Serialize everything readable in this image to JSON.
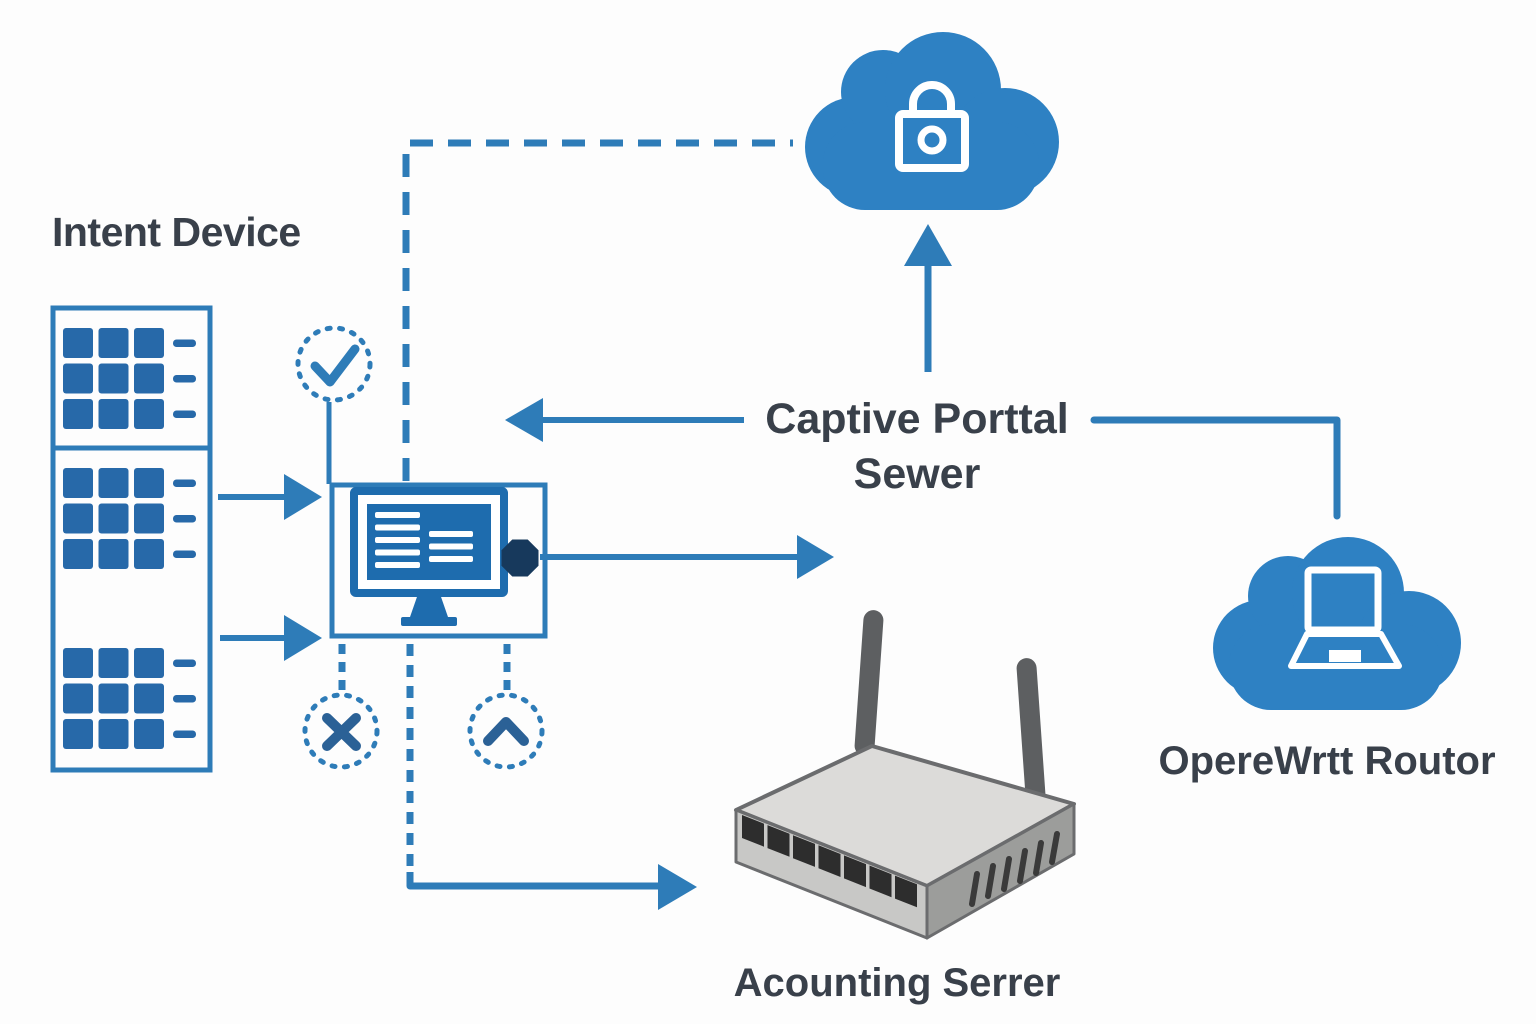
{
  "palette": {
    "background": "#FDFDFD",
    "accent_blue": "#2E7CB8",
    "square_blue": "#2769A9",
    "cloud_blue": "#2E81C3",
    "screen_blue": "#1E6CAE",
    "navy": "#17395C",
    "mark_blue": "#2B6196",
    "text_dark": "#39404A",
    "router_top": "#DCDBD9",
    "router_front": "#C8C8C6",
    "router_side": "#9C9D9B",
    "antenna_gray": "#5D5F61"
  },
  "nodes": {
    "intent_device": {
      "label": "Intent Device",
      "icon": "server-grid-icon"
    },
    "client_gateway": {
      "icon": "monitor-icon"
    },
    "captive_portal_server": {
      "label_line1": "Captive Porttal",
      "label_line2": "Sewer"
    },
    "secure_cloud": {
      "icon": "cloud-lock-icon"
    },
    "openwrt_router": {
      "label": "OpereWrtt Routor",
      "icon": "cloud-laptop-icon"
    },
    "accounting_server": {
      "label": "Acounting Serrer",
      "icon": "wifi-router-device"
    }
  },
  "status_markers": {
    "allow": "check-icon",
    "deny": "x-icon",
    "redirect": "chevron-up-icon"
  },
  "connections": [
    {
      "from": "intent-device",
      "to": "client-gateway",
      "style": "solid-arrow-upper"
    },
    {
      "from": "intent-device",
      "to": "client-gateway",
      "style": "solid-arrow-lower"
    },
    {
      "from": "client-gateway",
      "to": "secure-cloud",
      "style": "dashed-elbow"
    },
    {
      "from": "client-gateway",
      "to": "right",
      "style": "solid-arrow-from-port"
    },
    {
      "from": "captive-portal-server",
      "to": "client-gateway",
      "style": "solid-arrow-left"
    },
    {
      "from": "captive-portal-server",
      "to": "secure-cloud",
      "style": "solid-arrow-up"
    },
    {
      "from": "captive-portal-server",
      "to": "openwrt-router",
      "style": "elbow-line"
    },
    {
      "from": "client-gateway",
      "to": "accounting-server",
      "style": "dashed-then-solid-arrow"
    }
  ]
}
